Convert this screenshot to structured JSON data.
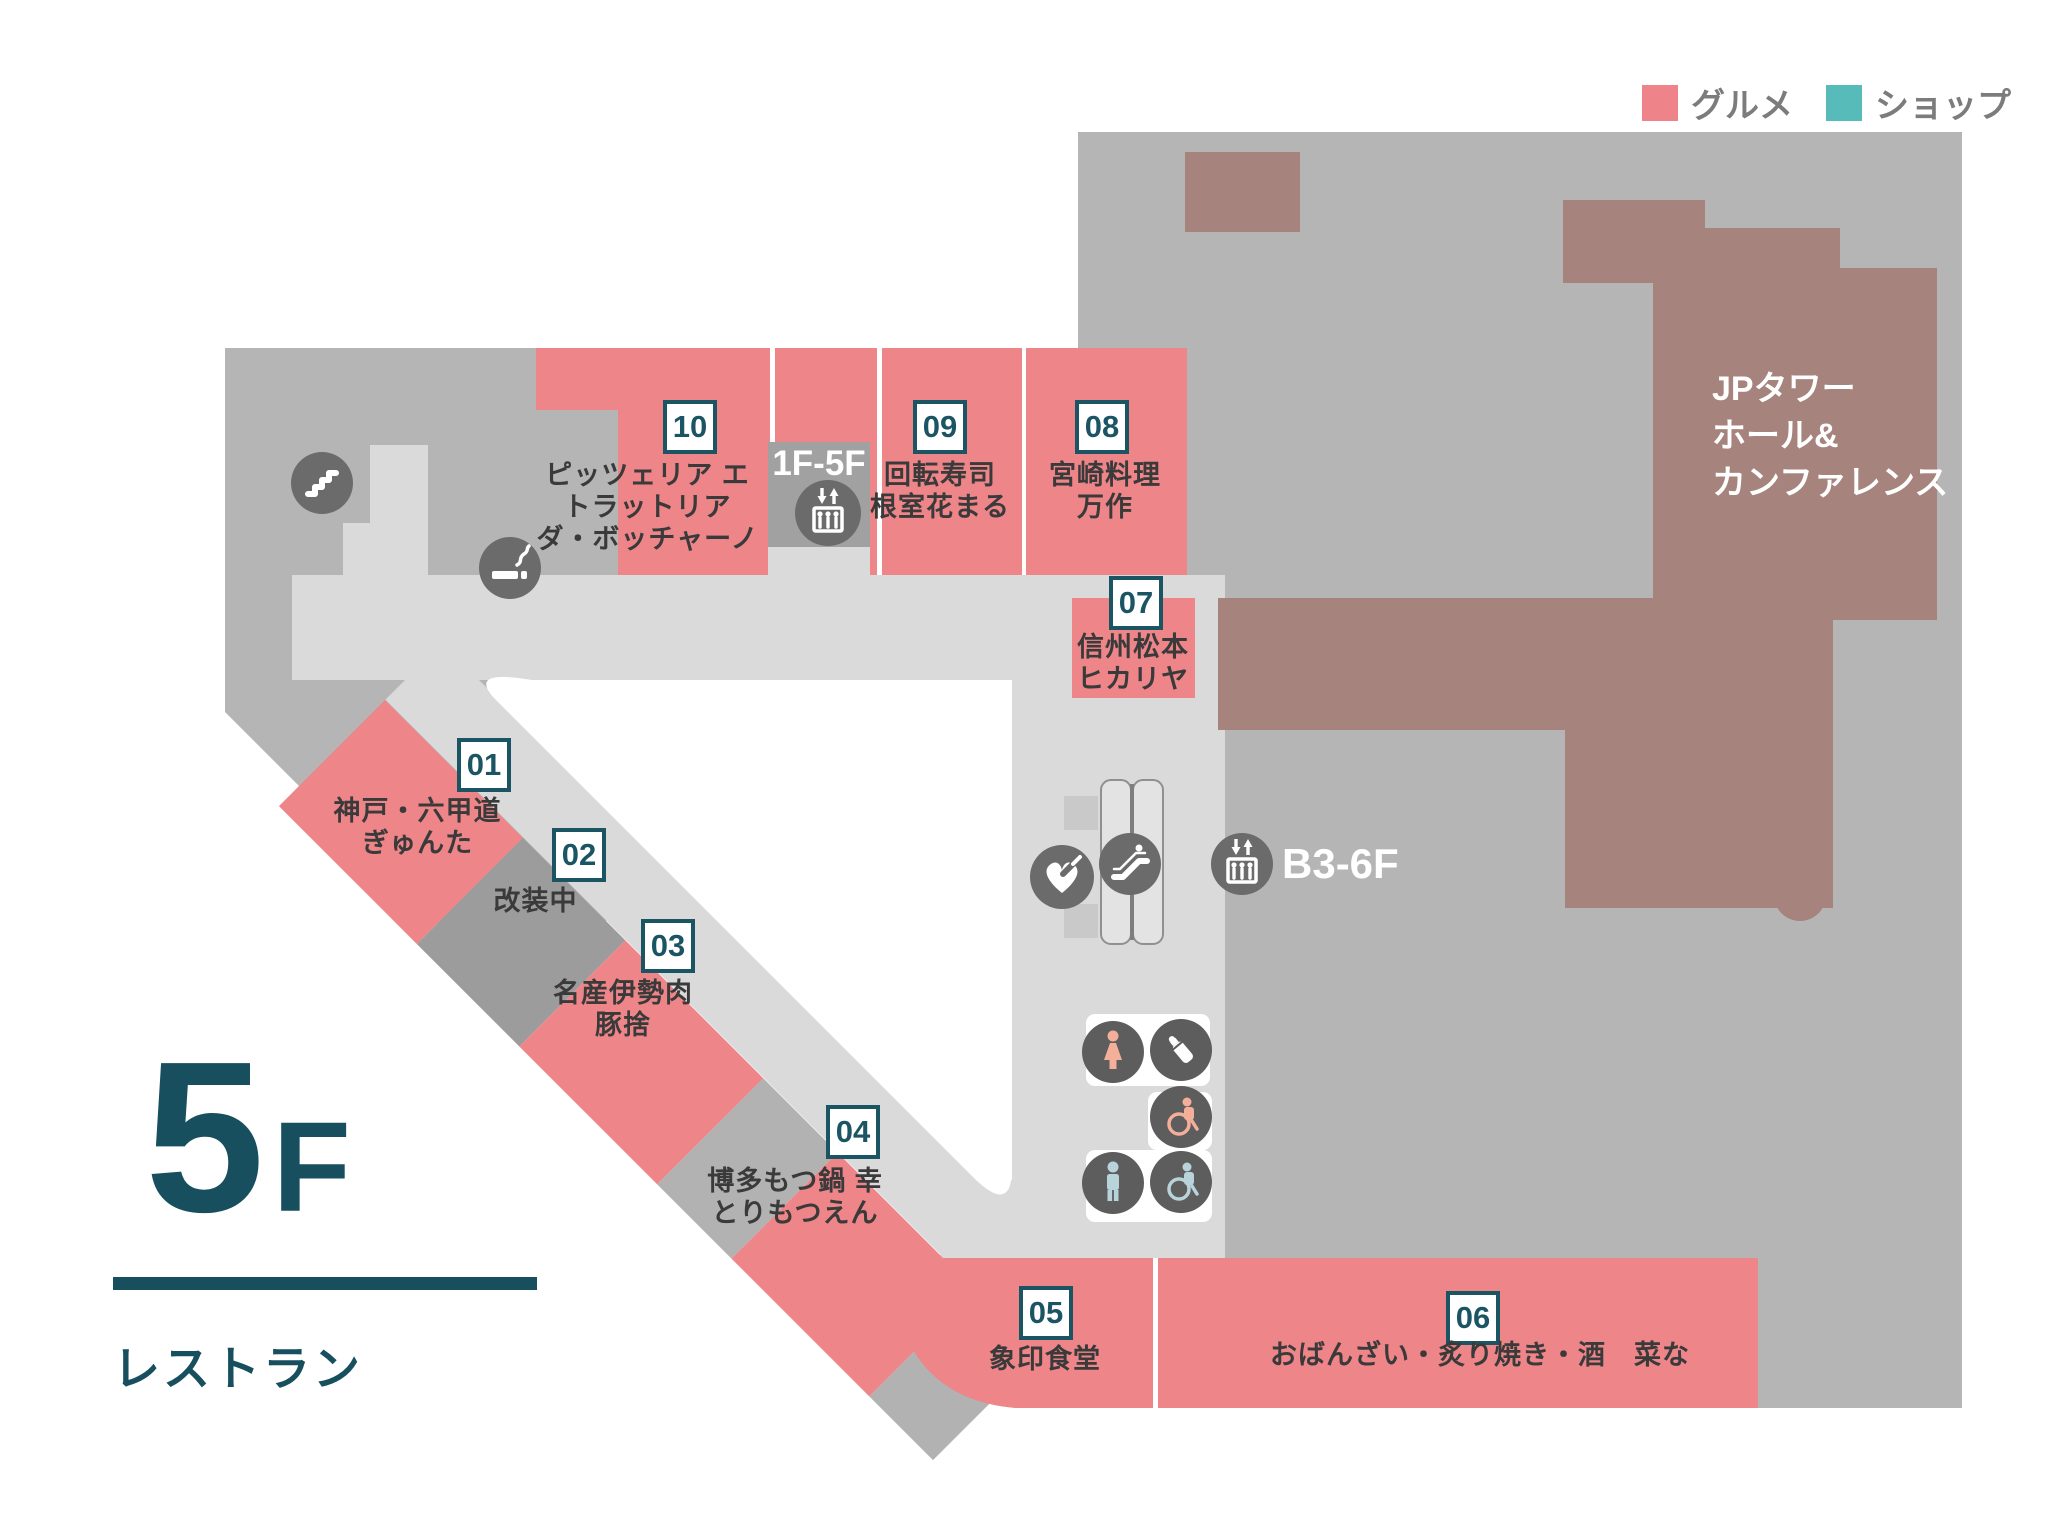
{
  "legend": {
    "gourmet_label": "グルメ",
    "gourmet_color": "#EE8489",
    "shop_label": "ショップ",
    "shop_color": "#57BCB9"
  },
  "floor": {
    "number": "5",
    "suffix": "F",
    "category_label": "レストラン"
  },
  "landmark": {
    "line1": "JPタワー",
    "line2": "ホール&",
    "line3": "カンファレンス"
  },
  "facilities": {
    "elevator_upper_label": "1F-5F",
    "elevator_lower_label": "B3-6F",
    "icon_names": [
      "stairs-icon",
      "smoking-area-icon",
      "elevator-icon",
      "escalator-icon",
      "aed-heart-icon",
      "womens-toilet-icon",
      "mens-toilet-icon",
      "nursing-room-icon",
      "wheelchair-accessible-icon"
    ]
  },
  "stores": {
    "s01": {
      "no": "01",
      "line1": "神戸・六甲道",
      "line2": "ぎゅんた"
    },
    "s02": {
      "no": "02",
      "line1": "改装中"
    },
    "s03": {
      "no": "03",
      "line1": "名産伊勢肉",
      "line2": "豚捨"
    },
    "s04": {
      "no": "04",
      "line1": "博多もつ鍋 幸",
      "line2": "とりもつえん"
    },
    "s05": {
      "no": "05",
      "line1": "象印食堂"
    },
    "s06": {
      "no": "06",
      "line1": "おばんざい・炙り焼き・酒　菜な"
    },
    "s07": {
      "no": "07",
      "line1": "信州松本",
      "line2": "ヒカリヤ"
    },
    "s08": {
      "no": "08",
      "line1": "宮崎料理",
      "line2": "万作"
    },
    "s09": {
      "no": "09",
      "line1": "回転寿司",
      "line2": "根室花まる"
    },
    "s10": {
      "no": "10",
      "line1": "ピッツェリア エ",
      "line2": "トラットリア",
      "line3": "ダ・ボッチャーノ"
    }
  },
  "colors": {
    "gourmet_pink": "#EE8589",
    "shop_teal": "#57BCB9",
    "building_grey": "#B5B5B5",
    "corridor_grey": "#DADADA",
    "renovation_grey": "#9C9C9C",
    "landmark_brown": "#A6837C",
    "accent_teal": "#174F5E"
  }
}
